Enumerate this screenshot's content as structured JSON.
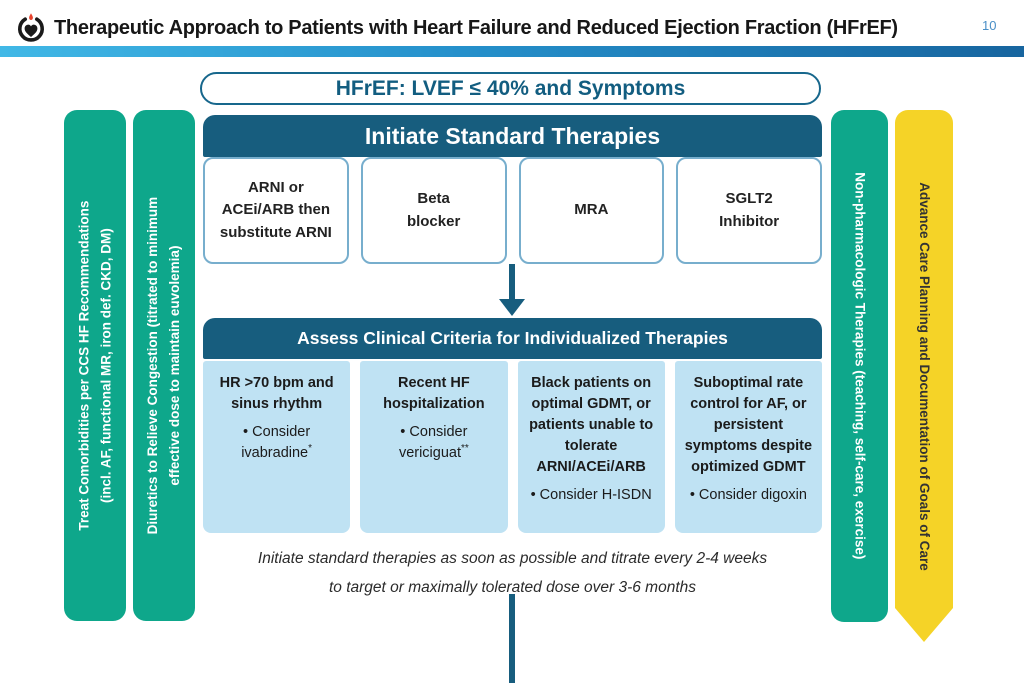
{
  "header": {
    "title": "Therapeutic Approach to Patients with Heart Failure and Reduced Ejection Fraction (HFrEF)",
    "page_number": "10",
    "logo": "ccs-heart-logo"
  },
  "banner": {
    "title": "HFrEF: LVEF ≤ 40% and Symptoms"
  },
  "side_bars": {
    "left": [
      {
        "line1": "Treat Comorbidities per CCS HF Recommendations",
        "line2": "(incl. AF, functional MR, iron def. CKD, DM)"
      },
      {
        "line1": "Diuretics to Relieve Congestion (titrated to minimum",
        "line2": "effective dose to maintain euvolemia)"
      }
    ],
    "right_green": "Non-pharmacologic Therapies (teaching, self-care, exercise)",
    "right_yellow": "Advance Care Planning and Documentation of Goals of Care"
  },
  "standard_therapies": {
    "title": "Initiate Standard Therapies",
    "boxes": [
      "ARNI or ACEi/ARB then substitute ARNI",
      "Beta blocker",
      "MRA",
      "SGLT2 Inhibitor"
    ]
  },
  "assessment": {
    "title": "Assess Clinical Criteria for Individualized Therapies",
    "boxes": [
      {
        "criteria": "HR >70 bpm and sinus rhythm",
        "consider": "• Consider ivabradine",
        "footnote_marker": "*"
      },
      {
        "criteria": "Recent HF hospitalization",
        "consider": "• Consider vericiguat",
        "footnote_marker": "**"
      },
      {
        "criteria": "Black patients on optimal GDMT, or patients unable to tolerate ARNI/ACEi/ARB",
        "consider": "• Consider H-ISDN",
        "footnote_marker": ""
      },
      {
        "criteria": "Suboptimal rate control for AF, or persistent symptoms despite optimized GDMT",
        "consider": "• Consider digoxin",
        "footnote_marker": ""
      }
    ]
  },
  "note": {
    "line1": "Initiate standard therapies as soon as possible and titrate every 2-4 weeks",
    "line2": "to target or maximally tolerated dose over 3-6 months"
  },
  "colors": {
    "green": "#0ea78b",
    "dark_teal": "#175d7e",
    "light_blue": "#bfe2f3",
    "yellow": "#f5d327",
    "banner_border": "#17678c",
    "header_rule_gradient_start": "#41b8e6",
    "header_rule_gradient_end": "#17659f",
    "page_number_blue": "#4a8fc7",
    "logo_flame_red": "#e8432e"
  }
}
